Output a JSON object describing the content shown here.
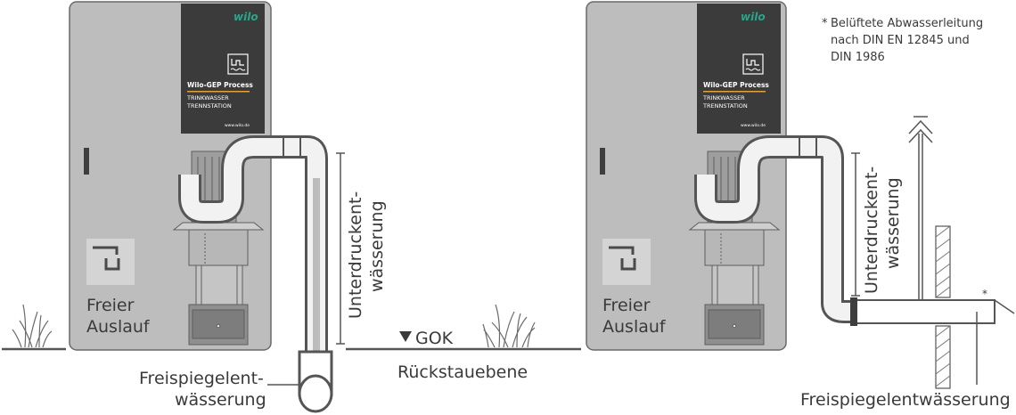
{
  "left_cabinet": {
    "brand": "wilo",
    "product": "Wilo-GEP Process",
    "line1": "TRINKWASSER",
    "line2": "TRENNSTATION",
    "url": "www.wilo.de",
    "mode_l1": "Freier",
    "mode_l2": "Auslauf"
  },
  "right_cabinet": {
    "brand": "wilo",
    "product": "Wilo-GEP Process",
    "line1": "TRINKWASSER",
    "line2": "TRENNSTATION",
    "url": "www.wilo.de",
    "mode_l1": "Freier",
    "mode_l2": "Auslauf"
  },
  "labels": {
    "unterdruck_l1": "Unterdruckent-",
    "unterdruck_l2": "wässerung",
    "gok": "GOK",
    "rueckstauebene": "Rückstauebene",
    "freispiegel_l1": "Freispiegelent-",
    "freispiegel_l2": "wässerung",
    "freispiegel_right": "Freispiegelentwässerung",
    "note_l1": "Belüftete Abwasserleitung",
    "note_l2": "nach DIN EN 12845 und",
    "note_l3": "DIN 1986",
    "asterisk": "*"
  },
  "colors": {
    "cabinet": "#bdbdbd",
    "panel": "#3b3b3b",
    "brand": "#2aa58c",
    "accent": "#e2a23b",
    "pipe": "#555555"
  }
}
